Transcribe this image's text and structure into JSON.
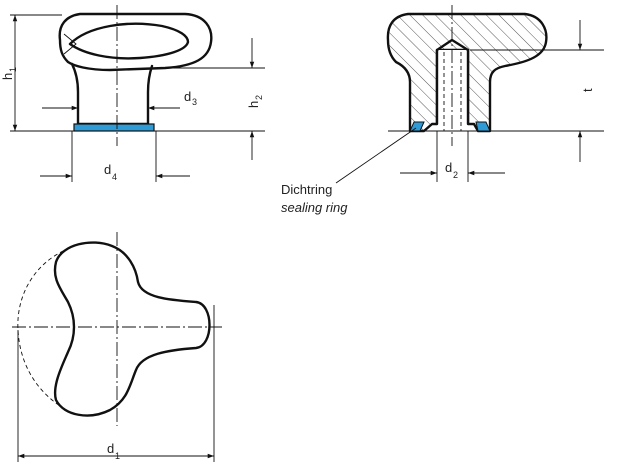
{
  "labels": {
    "h1": {
      "main": "h",
      "sub": "1"
    },
    "h2": {
      "main": "h",
      "sub": "2"
    },
    "d3": {
      "main": "d",
      "sub": "3"
    },
    "d4": {
      "main": "d",
      "sub": "4"
    },
    "t": {
      "main": "t"
    },
    "d2": {
      "main": "d",
      "sub": "2"
    },
    "d1": {
      "main": "d",
      "sub": "1"
    }
  },
  "seal_label": {
    "de": "Dichtring",
    "en": "sealing ring"
  },
  "colors": {
    "seal": "#2f9bd6",
    "line": "#111111"
  }
}
